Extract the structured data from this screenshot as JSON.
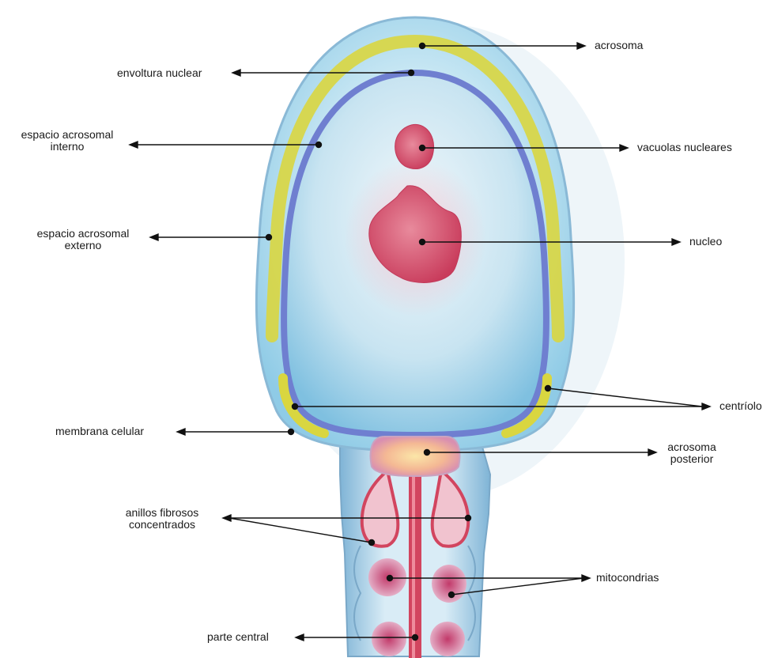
{
  "labels": {
    "acrosoma": "acrosoma",
    "envoltura_nuclear": "envoltura nuclear",
    "espacio_interno": [
      "espacio acrosomal",
      "interno"
    ],
    "vacuolas": "vacuolas nucleares",
    "espacio_externo": [
      "espacio acrosomal",
      "externo"
    ],
    "nucleo": "nucleo",
    "centriolo": "centríolo",
    "membrana": "membrana celular",
    "acrosoma_posterior": [
      "acrosoma",
      "posterior"
    ],
    "anillos": [
      "anillos fibrosos",
      "concentrados"
    ],
    "mitocondrias": "mitocondrias",
    "parte_central": "parte central"
  },
  "colors": {
    "acrosome_yellow": "#d9d640",
    "envelope_blue": "#6f7fd0",
    "head_fill": "#bfe0f0",
    "vacuole_pink": "#d9546f",
    "axial_red": "#d2455f",
    "leader_line": "#111111"
  }
}
